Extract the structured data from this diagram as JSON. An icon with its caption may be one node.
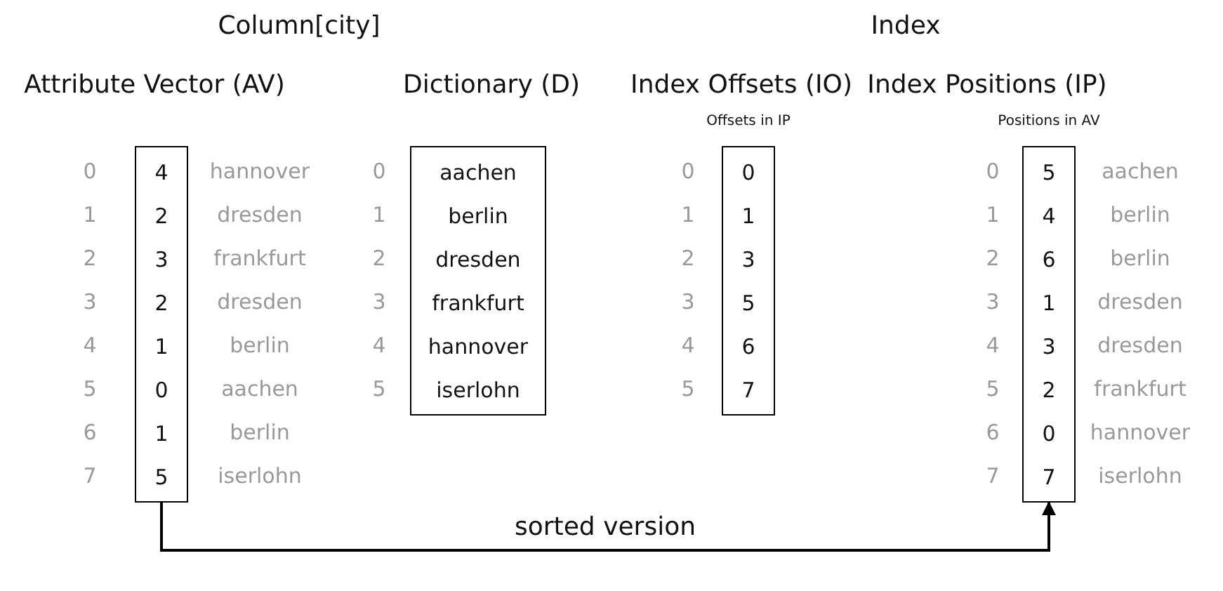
{
  "diagram": {
    "nodes": [
      {
        "text": [
          "4",
          "2",
          "3",
          "2",
          "1",
          "0",
          "1",
          "5"
        ],
        "beside": [
          "0",
          "1",
          "2",
          "3",
          "4",
          "5",
          "6",
          "7",
          "hannover",
          "dresden",
          "frankfurt",
          "dresden",
          "berlin",
          "aachen",
          "berlin",
          "iserlohn"
        ]
      },
      {
        "text": [
          "aachen",
          "berlin",
          "dresden",
          "frankfurt",
          "hannover",
          "iserlohn"
        ],
        "beside": [
          "0",
          "1",
          "2",
          "3",
          "4",
          "5"
        ]
      },
      {
        "text": [
          "0",
          "1",
          "3",
          "5",
          "6",
          "7"
        ],
        "beside": [
          "0",
          "1",
          "2",
          "3",
          "4",
          "5"
        ]
      },
      {
        "text": [
          "5",
          "4",
          "6",
          "1",
          "3",
          "2",
          "0",
          "7"
        ],
        "beside": [
          "0",
          "1",
          "2",
          "3",
          "4",
          "5",
          "6",
          "7",
          "aachen",
          "berlin",
          "berlin",
          "dresden",
          "dresden",
          "frankfurt",
          "hannover",
          "iserlohn"
        ]
      }
    ],
    "edges": [
      {
        "from": 0,
        "to": 3,
        "arrow": "to",
        "label": "sorted version"
      }
    ],
    "labels": [
      "Column[city]",
      "Index",
      "Attribute Vector (AV)",
      "Dictionary (D)",
      "Index Offsets (IO)",
      "Index Positions (IP)",
      "Offsets in IP",
      "Positions in AV"
    ]
  }
}
